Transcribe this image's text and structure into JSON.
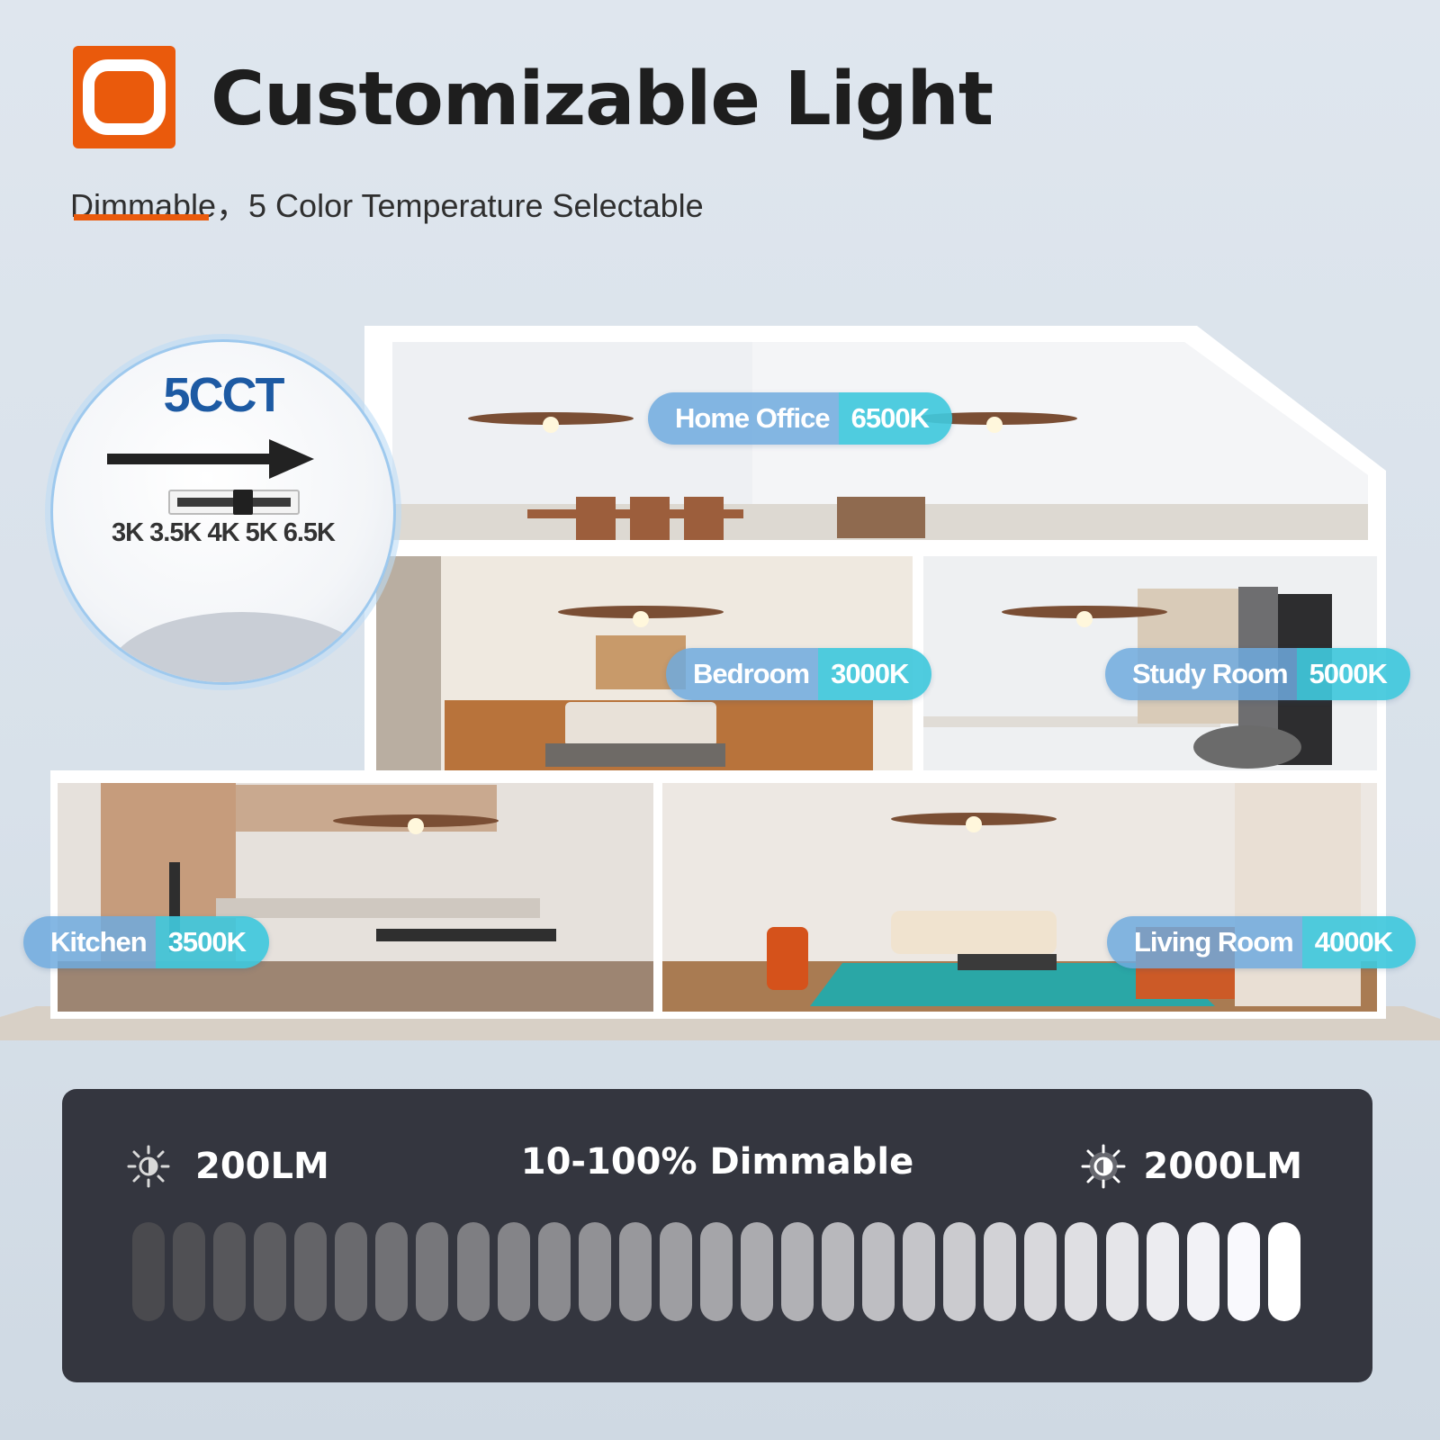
{
  "header": {
    "title": "Customizable Light",
    "subtitle": "Dimmable，5 Color Temperature Selectable",
    "logo_icon": "ring-logo-icon"
  },
  "colors": {
    "accent_orange": "#ea5a0c",
    "label_room_blue": "#6faade",
    "label_temp_cyan": "#40c8dc",
    "cct_title_blue": "#1d5aa3",
    "panel_dark": "#34363f"
  },
  "cct_switch": {
    "title": "5CCT",
    "scale": "3K 3.5K 4K 5K 6.5K"
  },
  "rooms": [
    {
      "name": "Home Office",
      "temp": "6500K"
    },
    {
      "name": "Bedroom",
      "temp": "3000K"
    },
    {
      "name": "Study Room",
      "temp": "5000K"
    },
    {
      "name": "Kitchen",
      "temp": "3500K"
    },
    {
      "name": "Living Room",
      "temp": "4000K"
    }
  ],
  "dimming": {
    "low_label": "200LM",
    "center_label": "10-100%  Dimmable",
    "high_label": "2000LM",
    "low_icon": "dim-sun-icon",
    "high_icon": "bright-sun-icon",
    "levels": 29,
    "range_percent": [
      10,
      100
    ]
  }
}
